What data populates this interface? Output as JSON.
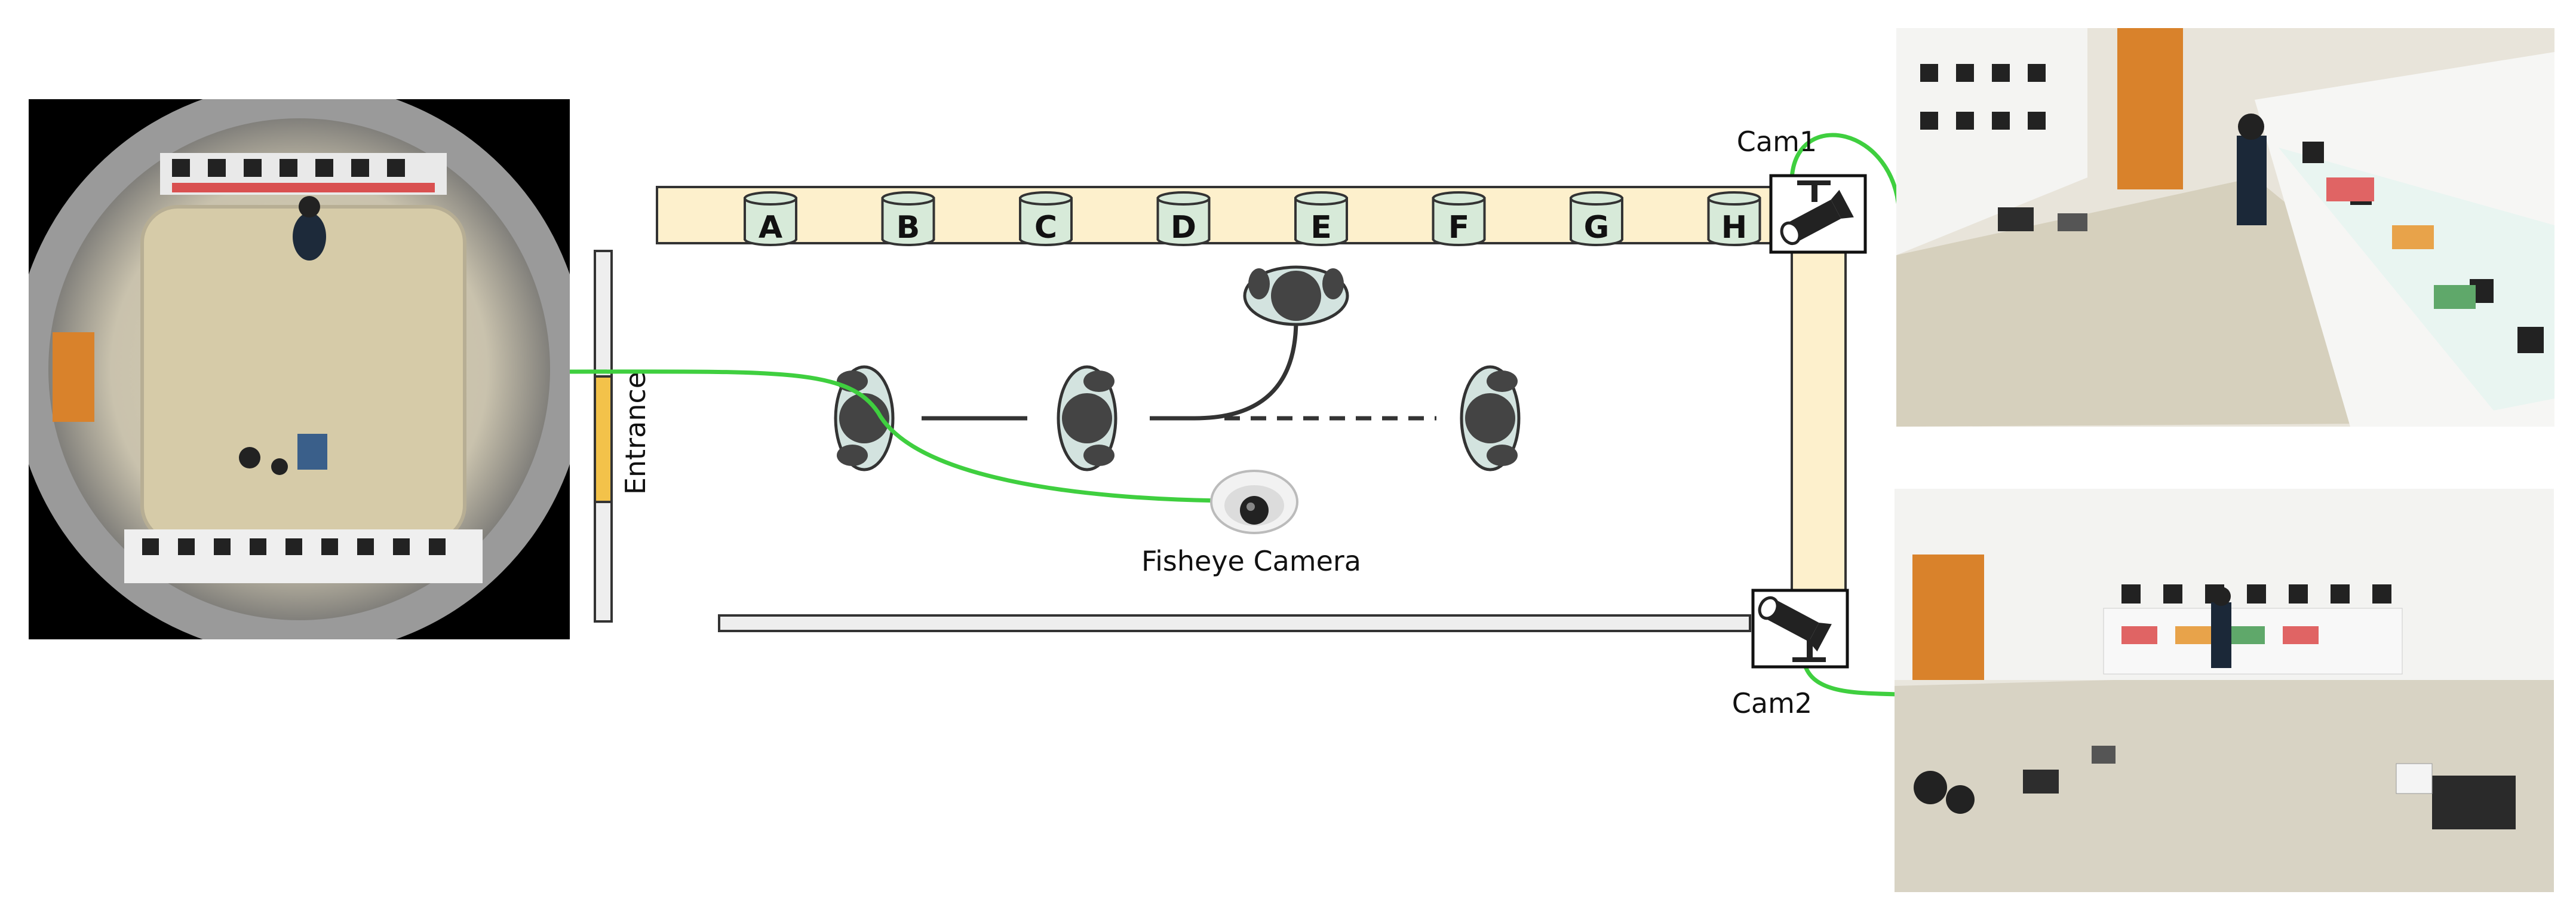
{
  "diagram": {
    "shelf_bins": [
      "A",
      "B",
      "C",
      "D",
      "E",
      "F",
      "G",
      "H"
    ],
    "labels": {
      "entrance": "Entrance",
      "fisheye_camera": "Fisheye Camera",
      "cam1": "Cam1",
      "cam2": "Cam2"
    },
    "colors": {
      "shelf_fill": "#fdf0cc",
      "bin_fill": "#d7ead9",
      "person_fill": "#d3e3df",
      "cable": "#3fcf3f",
      "entrance_door": "#f3c24a"
    },
    "photos": [
      {
        "name": "fisheye-view",
        "description": "circular fisheye overhead view of retail room"
      },
      {
        "name": "cam1-view",
        "description": "corner camera view of shelf and shopper"
      },
      {
        "name": "cam2-view",
        "description": "corner camera view of room with shelves and laptops"
      }
    ]
  }
}
